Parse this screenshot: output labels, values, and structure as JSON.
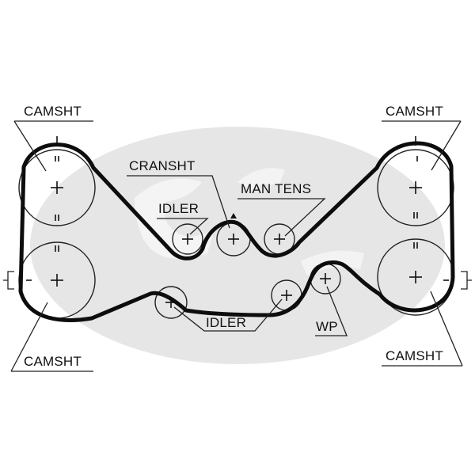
{
  "labels": {
    "camshaft_top_left": "CAMSHT",
    "camshaft_top_right": "CAMSHT",
    "camshaft_bottom_left": "CAMSHT",
    "camshaft_bottom_right": "CAMSHT",
    "crankshaft": "CRANSHT",
    "idler_upper": "IDLER",
    "idler_lower": "IDLER",
    "manual_tensioner": "MAN TENS",
    "water_pump": "WP"
  },
  "colors": {
    "belt": "#0d0d0d",
    "lines": "#222222",
    "watermark": "#e6e6e6",
    "background": "#ffffff"
  },
  "watermark_brand": "Gates"
}
